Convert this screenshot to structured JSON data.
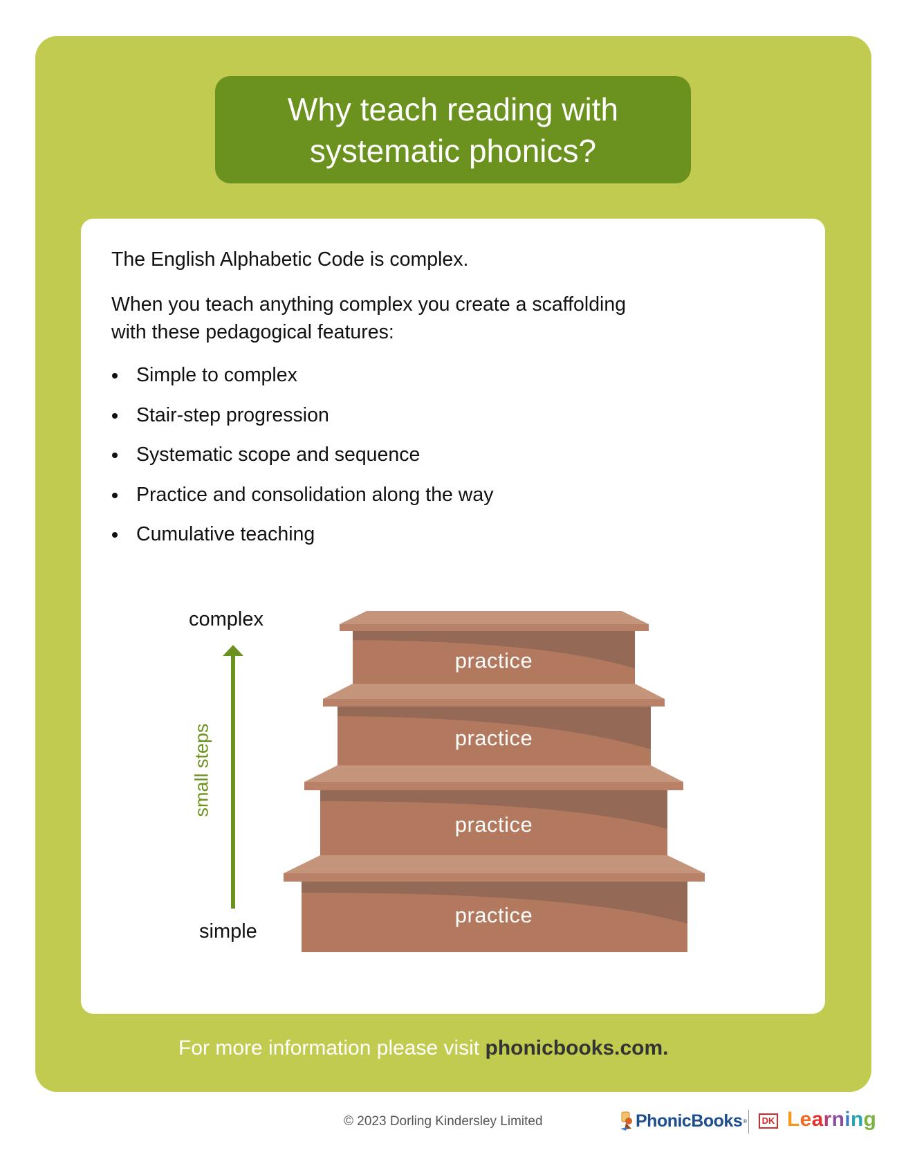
{
  "header": {
    "title_line1": "Why teach reading with",
    "title_line2": "systematic phonics?"
  },
  "body": {
    "intro": "The English Alphabetic Code is complex.",
    "lead_line1": "When you teach anything complex you create a scaffolding",
    "lead_line2": "with these pedagogical features:",
    "bullets": [
      "Simple to complex",
      "Stair-step progression",
      "Systematic scope and sequence",
      "Practice and consolidation along the way",
      "Cumulative teaching"
    ]
  },
  "diagram": {
    "top_label": "complex",
    "bottom_label": "simple",
    "axis_label": "small steps",
    "steps": [
      "practice",
      "practice",
      "practice",
      "practice"
    ],
    "colors": {
      "arrow": "#6B921E",
      "tread_top": "#C4957B",
      "tread_front": "#B98168",
      "riser": "#B3795F",
      "riser_shadow": "#946A56"
    }
  },
  "footer": {
    "info_text": "For more information please visit ",
    "link_text": "phonicbooks.com."
  },
  "credits": {
    "copyright": "© 2023 Dorling Kindersley Limited",
    "phonicbooks_logo": "PhonicBooks",
    "phonicbooks_reg": "®",
    "dk_mark": "DK",
    "learning_letters": [
      {
        "ch": "L",
        "color": "#F39A1E"
      },
      {
        "ch": "e",
        "color": "#EF6B25"
      },
      {
        "ch": "a",
        "color": "#E4312E"
      },
      {
        "ch": "r",
        "color": "#B53A7A"
      },
      {
        "ch": "n",
        "color": "#8E4C9E"
      },
      {
        "ch": "i",
        "color": "#3D7CC9"
      },
      {
        "ch": "n",
        "color": "#2AA3B5"
      },
      {
        "ch": "g",
        "color": "#7CB342"
      }
    ]
  },
  "theme": {
    "panel_green": "#C1CB4F",
    "title_green": "#6B921E"
  }
}
